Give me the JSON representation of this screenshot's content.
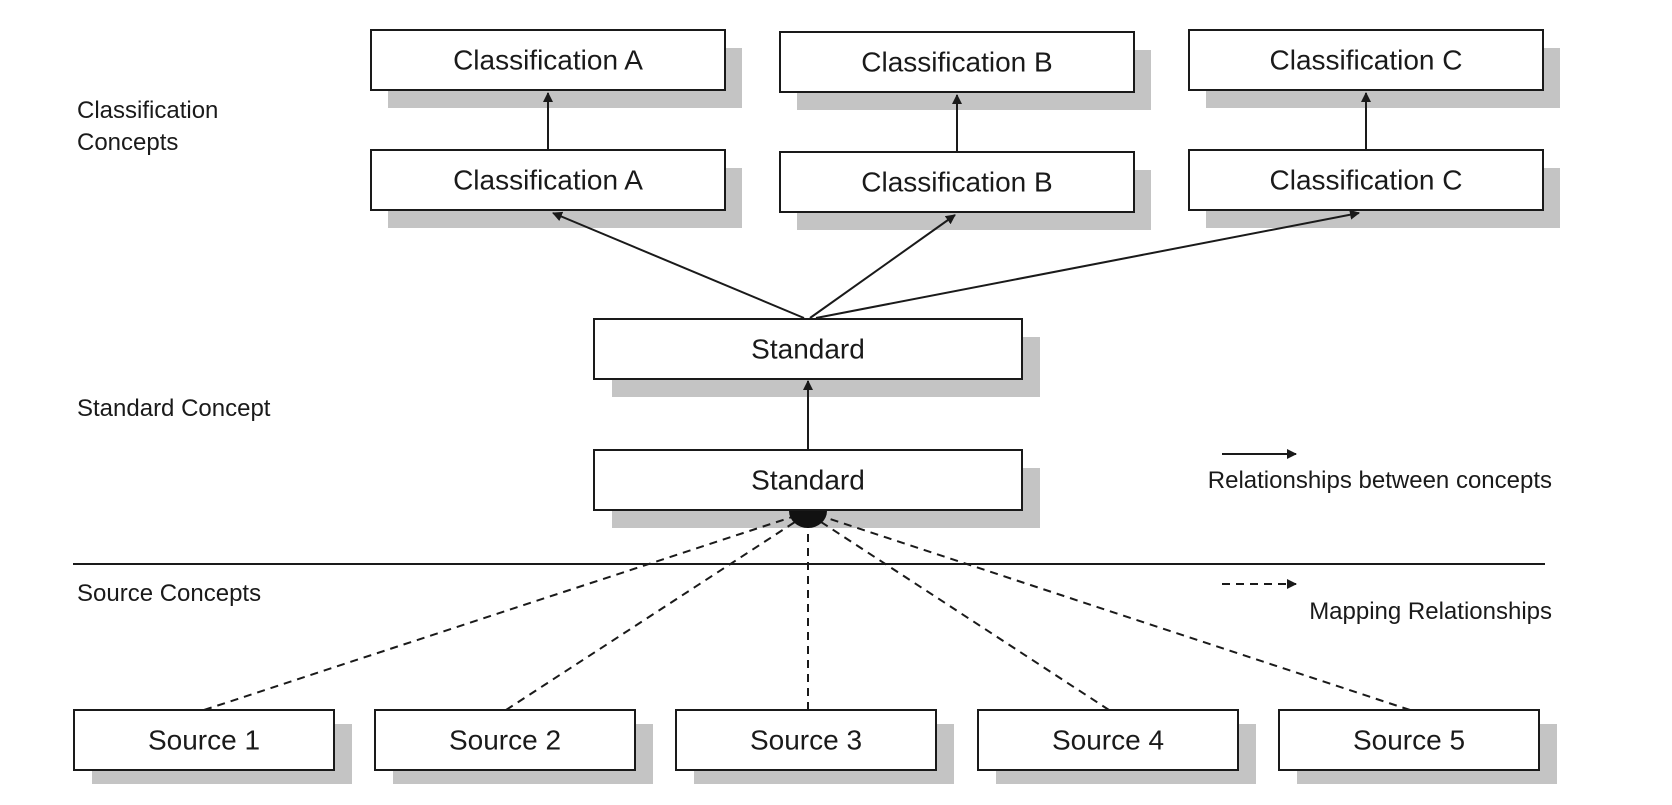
{
  "section_labels": {
    "classification": [
      "Classification",
      "Concepts"
    ],
    "standard": "Standard Concept",
    "source": "Source Concepts"
  },
  "classification_top": [
    "Classification A",
    "Classification B",
    "Classification C"
  ],
  "classification_bottom": [
    "Classification A",
    "Classification B",
    "Classification C"
  ],
  "standard": {
    "upper": "Standard",
    "lower": "Standard"
  },
  "sources": [
    "Source 1",
    "Source 2",
    "Source 3",
    "Source 4",
    "Source 5"
  ],
  "legend": {
    "relationship": "Relationships between concepts",
    "mapping": "Mapping Relationships"
  },
  "colors": {
    "line": "#1a1a1a",
    "shadow": "#c4c4c4",
    "box_fill": "#ffffff",
    "text": "#1a1a1a"
  }
}
